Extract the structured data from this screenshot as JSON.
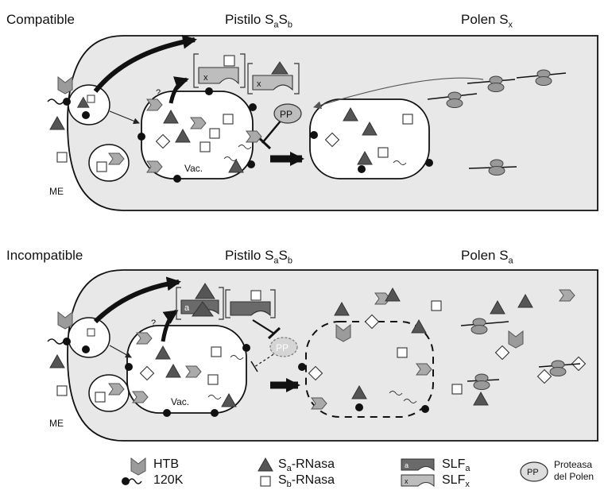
{
  "panel_top": {
    "title": "Compatible",
    "pistil": {
      "base": "Pistilo S",
      "sub1": "a",
      "mid": "S",
      "sub2": "b"
    },
    "pollen": {
      "base": "Polen S",
      "sub": "x"
    },
    "me": "ME",
    "vac": "Vac.",
    "question": "?",
    "complex1_letter": "x",
    "complex2_letter": "x",
    "pp": "PP"
  },
  "panel_bottom": {
    "title": "Incompatible",
    "pistil": {
      "base": "Pistilo S",
      "sub1": "a",
      "mid": "S",
      "sub2": "b"
    },
    "pollen": {
      "base": "Polen S",
      "sub": "a"
    },
    "me": "ME",
    "vac": "Vac.",
    "question": "?",
    "complex1_letter": "a",
    "pp": "PP"
  },
  "legend": {
    "htb": "HTB",
    "k120": "120K",
    "sa": {
      "base": "S",
      "sub": "a",
      "rest": "-RNasa"
    },
    "sb": {
      "base": "S",
      "sub": "b",
      "rest": "-RNasa"
    },
    "slfa": {
      "base": "SLF",
      "sub": "a",
      "icon_letter": "a"
    },
    "slfx": {
      "base": "SLF",
      "sub": "x",
      "icon_letter": "x"
    },
    "pp_icon": "PP",
    "protease": [
      "Proteasa",
      "del Polen"
    ]
  }
}
